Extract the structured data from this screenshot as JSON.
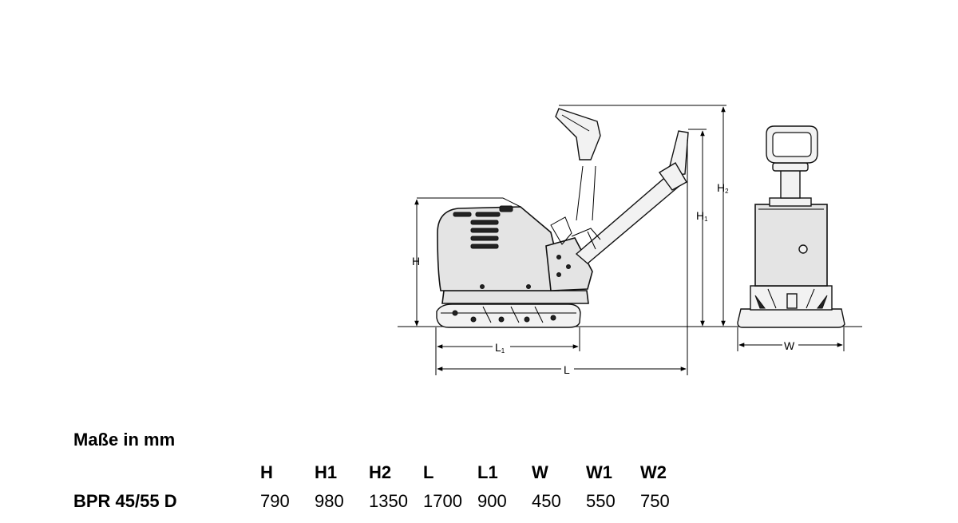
{
  "diagram": {
    "labels": {
      "H": "H",
      "H1": "H",
      "H1_sub": "1",
      "H2": "H",
      "H2_sub": "2",
      "L": "L",
      "L1": "L",
      "L1_sub": "1",
      "W": "W"
    }
  },
  "specs": {
    "title": "Maße in mm",
    "columns": [
      "H",
      "H1",
      "H2",
      "L",
      "L1",
      "W",
      "W1",
      "W2"
    ],
    "rows": [
      {
        "model": "BPR 45/55 D",
        "values": [
          "790",
          "980",
          "1350",
          "1700",
          "900",
          "450",
          "550",
          "750"
        ]
      }
    ]
  }
}
